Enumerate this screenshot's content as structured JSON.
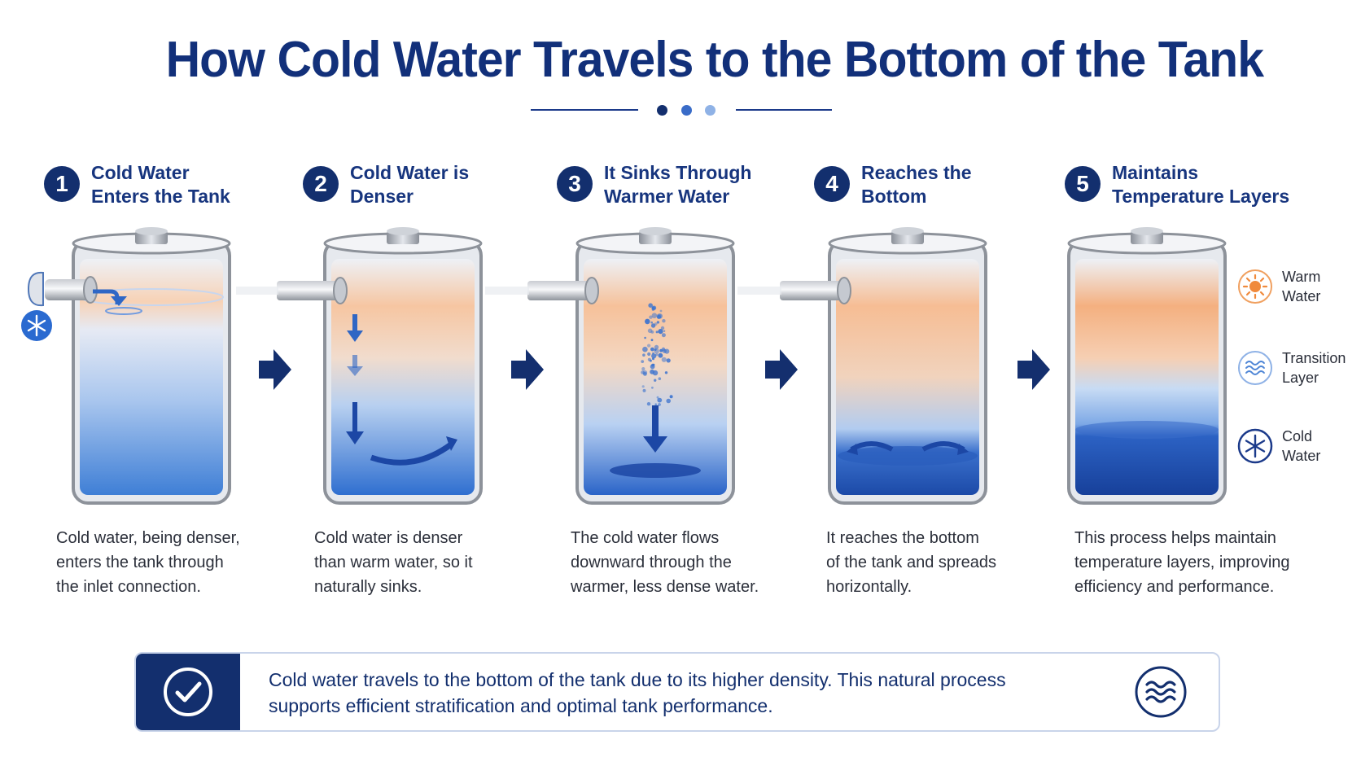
{
  "title": "How Cold Water Travels to the Bottom of the Tank",
  "steps": [
    {
      "number": "1",
      "title_line1": "Cold Water",
      "title_line2": "Enters the Tank",
      "desc": [
        "Cold water, being denser,",
        "enters the tank through",
        "the inlet connection."
      ]
    },
    {
      "number": "2",
      "title_line1": "Cold Water is",
      "title_line2": "Denser",
      "desc": [
        "Cold water is denser",
        "than warm water, so it",
        "naturally sinks."
      ]
    },
    {
      "number": "3",
      "title_line1": "It Sinks Through",
      "title_line2": "Warmer Water",
      "desc": [
        "The cold water flows",
        "downward through the",
        "warmer, less dense water."
      ]
    },
    {
      "number": "4",
      "title_line1": "Reaches the",
      "title_line2": "Bottom",
      "desc": [
        "It reaches the bottom",
        "of the tank and spreads",
        "horizontally."
      ]
    },
    {
      "number": "5",
      "title_line1": "Maintains",
      "title_line2": "Temperature Layers",
      "desc": [
        "This process helps maintain",
        "temperature layers, improving",
        "efficiency and performance."
      ]
    }
  ],
  "legend": [
    {
      "icon": "sun-icon",
      "line1": "Warm",
      "line2": "Water"
    },
    {
      "icon": "waves-icon",
      "line1": "Transition",
      "line2": "Layer"
    },
    {
      "icon": "snowflake-icon",
      "line1": "Cold",
      "line2": "Water"
    }
  ],
  "summary": {
    "line1": "Cold water travels to the bottom of the tank due to its higher density. This natural process",
    "line2": "supports efficient stratification and optimal tank performance."
  },
  "colors": {
    "navy": "#132f6e",
    "title_blue": "#12307a",
    "warm": "#f4a877",
    "cold": "#1f4fb0"
  }
}
